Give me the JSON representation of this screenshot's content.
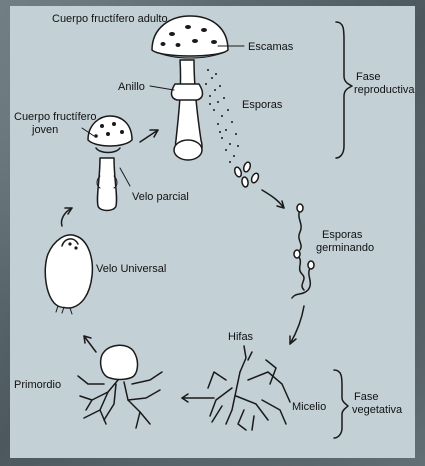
{
  "labels": {
    "adult_body": "Cuerpo fructífero adulto",
    "young_body_line1": "Cuerpo fructífero",
    "young_body_line2": "joven",
    "scales": "Escamas",
    "ring": "Anillo",
    "spores": "Esporas",
    "partial_veil": "Velo parcial",
    "germinating_line1": "Esporas",
    "germinating_line2": "germinando",
    "universal_veil": "Velo Universal",
    "hyphae": "Hifas",
    "mycelium": "Micelio",
    "primordium": "Primordio",
    "reproductive_line1": "Fase",
    "reproductive_line2": "reproductiva",
    "vegetative_line1": "Fase",
    "vegetative_line2": "vegetativa"
  },
  "colors": {
    "panel": "#c3d0d6",
    "ink": "#1a1a1a",
    "background": "#5c6a70"
  }
}
